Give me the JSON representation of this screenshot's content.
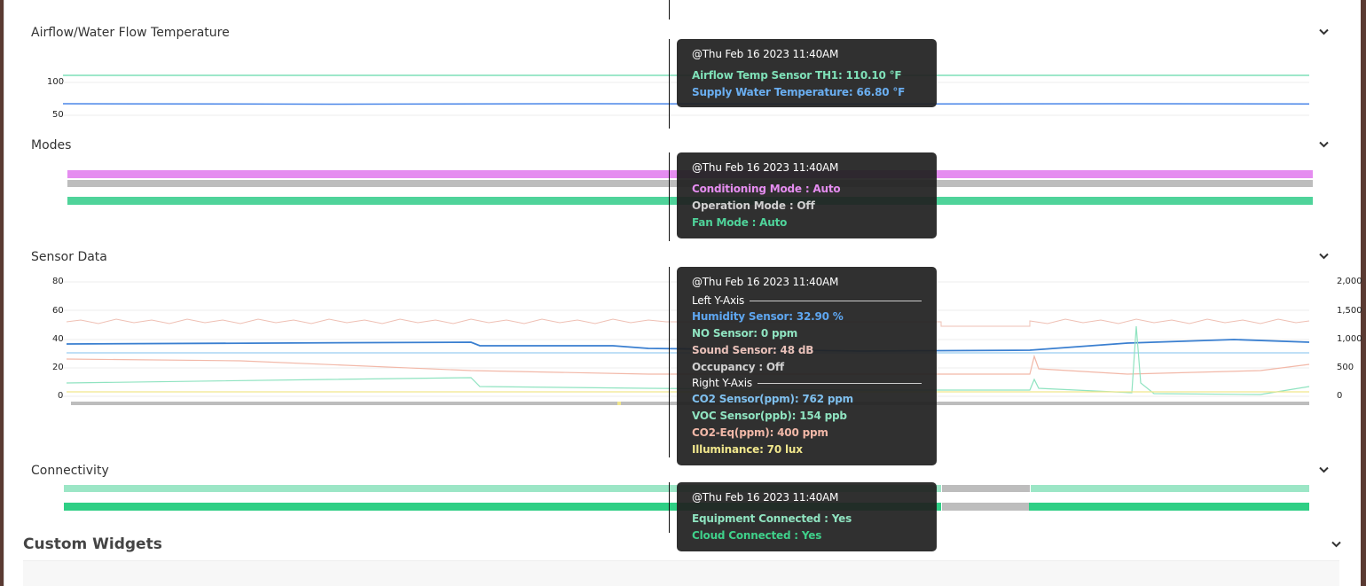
{
  "sections": {
    "airflow": {
      "title": "Airflow/Water Flow Temperature",
      "y_ticks": [
        "100",
        "50"
      ],
      "tooltip": {
        "timestamp": "@Thu Feb 16 2023 11:40AM",
        "rows": [
          {
            "text": "Airflow Temp Sensor TH1: 110.10 °F",
            "color": "#7fe0b8"
          },
          {
            "text": "Supply Water Temperature: 66.80 °F",
            "color": "#6aaef0"
          }
        ]
      }
    },
    "modes": {
      "title": "Modes",
      "tooltip": {
        "timestamp": "@Thu Feb 16 2023 11:40AM",
        "rows": [
          {
            "text": "Conditioning Mode : Auto",
            "color": "#e58df0"
          },
          {
            "text": "Operation Mode : Off",
            "color": "#cfcfcf"
          },
          {
            "text": "Fan Mode : Auto",
            "color": "#4fd39a"
          }
        ]
      }
    },
    "sensor": {
      "title": "Sensor Data",
      "left_ticks": [
        "80",
        "60",
        "40",
        "20",
        "0"
      ],
      "right_ticks": [
        "2,000",
        "1,500",
        "1,000",
        "500",
        "0"
      ],
      "tooltip": {
        "timestamp": "@Thu Feb 16 2023 11:40AM",
        "left_axis_label": "Left Y-Axis",
        "left_rows": [
          {
            "text": "Humidity Sensor: 32.90 %",
            "color": "#5ea6f0"
          },
          {
            "text": "NO Sensor: 0 ppm",
            "color": "#8fe3c0"
          },
          {
            "text": "Sound Sensor: 48 dB",
            "color": "#e8c0b8"
          },
          {
            "text": "Occupancy : Off",
            "color": "#cfcfcf"
          }
        ],
        "right_axis_label": "Right Y-Axis",
        "right_rows": [
          {
            "text": "CO2 Sensor(ppm): 762 ppm",
            "color": "#7fc0ee"
          },
          {
            "text": "VOC Sensor(ppb): 154 ppb",
            "color": "#8fe3c0"
          },
          {
            "text": "CO2-Eq(ppm): 400 ppm",
            "color": "#f2b8a8"
          },
          {
            "text": "Illuminance: 70 lux",
            "color": "#f0e68c"
          }
        ]
      }
    },
    "connectivity": {
      "title": "Connectivity",
      "tooltip": {
        "timestamp": "@Thu Feb 16 2023 11:40AM",
        "rows": [
          {
            "text": "Equipment Connected : Yes",
            "color": "#8fe3c0"
          },
          {
            "text": "Cloud Connected : Yes",
            "color": "#3fd08a"
          }
        ]
      }
    }
  },
  "custom_widgets": {
    "title": "Custom Widgets"
  },
  "icons": {
    "collapse": "chevron-down-icon"
  }
}
